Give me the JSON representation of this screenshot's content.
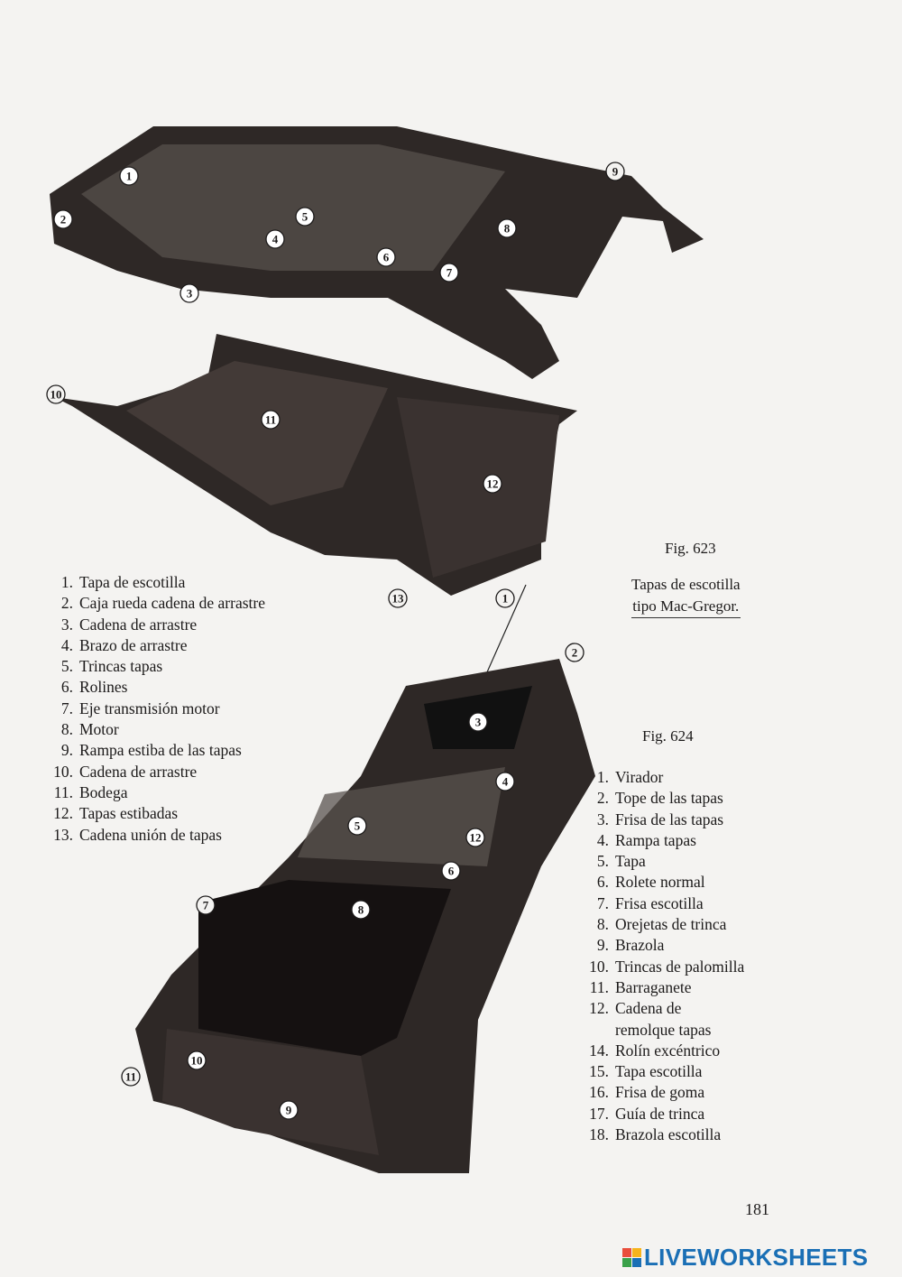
{
  "figure_623": {
    "label": "Fig. 623",
    "caption_line1": "Tapas de escotilla",
    "caption_line2": "tipo Mac-Gregor.",
    "callouts": [
      "1",
      "2",
      "3",
      "4",
      "5",
      "6",
      "7",
      "8",
      "9",
      "10",
      "11",
      "12",
      "13",
      "1"
    ],
    "legend": [
      {
        "n": "1.",
        "text": "Tapa de escotilla"
      },
      {
        "n": "2.",
        "text": "Caja rueda cadena de arrastre"
      },
      {
        "n": "3.",
        "text": "Cadena de arrastre"
      },
      {
        "n": "4.",
        "text": "Brazo de arrastre"
      },
      {
        "n": "5.",
        "text": "Trincas tapas"
      },
      {
        "n": "6.",
        "text": "Rolines"
      },
      {
        "n": "7.",
        "text": "Eje transmisión motor"
      },
      {
        "n": "8.",
        "text": "Motor"
      },
      {
        "n": "9.",
        "text": "Rampa estiba de las tapas"
      },
      {
        "n": "10.",
        "text": "Cadena de arrastre"
      },
      {
        "n": "11.",
        "text": "Bodega"
      },
      {
        "n": "12.",
        "text": "Tapas estibadas"
      },
      {
        "n": "13.",
        "text": "Cadena unión de tapas"
      }
    ]
  },
  "figure_624": {
    "label": "Fig. 624",
    "callouts": [
      "2",
      "3",
      "4",
      "5",
      "12",
      "6",
      "7",
      "8",
      "10",
      "11",
      "9"
    ],
    "legend": [
      {
        "n": "1.",
        "text": "Virador"
      },
      {
        "n": "2.",
        "text": "Tope de las tapas"
      },
      {
        "n": "3.",
        "text": "Frisa de las tapas"
      },
      {
        "n": "4.",
        "text": "Rampa tapas"
      },
      {
        "n": "5.",
        "text": "Tapa"
      },
      {
        "n": "6.",
        "text": "Rolete normal"
      },
      {
        "n": "7.",
        "text": "Frisa escotilla"
      },
      {
        "n": "8.",
        "text": "Orejetas de trinca"
      },
      {
        "n": "9.",
        "text": "Brazola"
      },
      {
        "n": "10.",
        "text": "Trincas de palomilla"
      },
      {
        "n": "11.",
        "text": "Barraganete"
      },
      {
        "n": "12.",
        "text": "Cadena de"
      },
      {
        "n": "",
        "text": "remolque tapas"
      },
      {
        "n": "14.",
        "text": "Rolín excéntrico"
      },
      {
        "n": "15.",
        "text": "Tapa  escotilla"
      },
      {
        "n": "16.",
        "text": "Frisa de goma"
      },
      {
        "n": "17.",
        "text": "Guía de trinca"
      },
      {
        "n": "18.",
        "text": "Brazola escotilla"
      }
    ]
  },
  "page_number": "181",
  "brand": "LIVEWORKSHEETS",
  "colors": {
    "ink": "#1c1a1a",
    "dark_fill": "#2e2826",
    "paper": "#f4f3f1",
    "brand": "#1a6fb5"
  }
}
